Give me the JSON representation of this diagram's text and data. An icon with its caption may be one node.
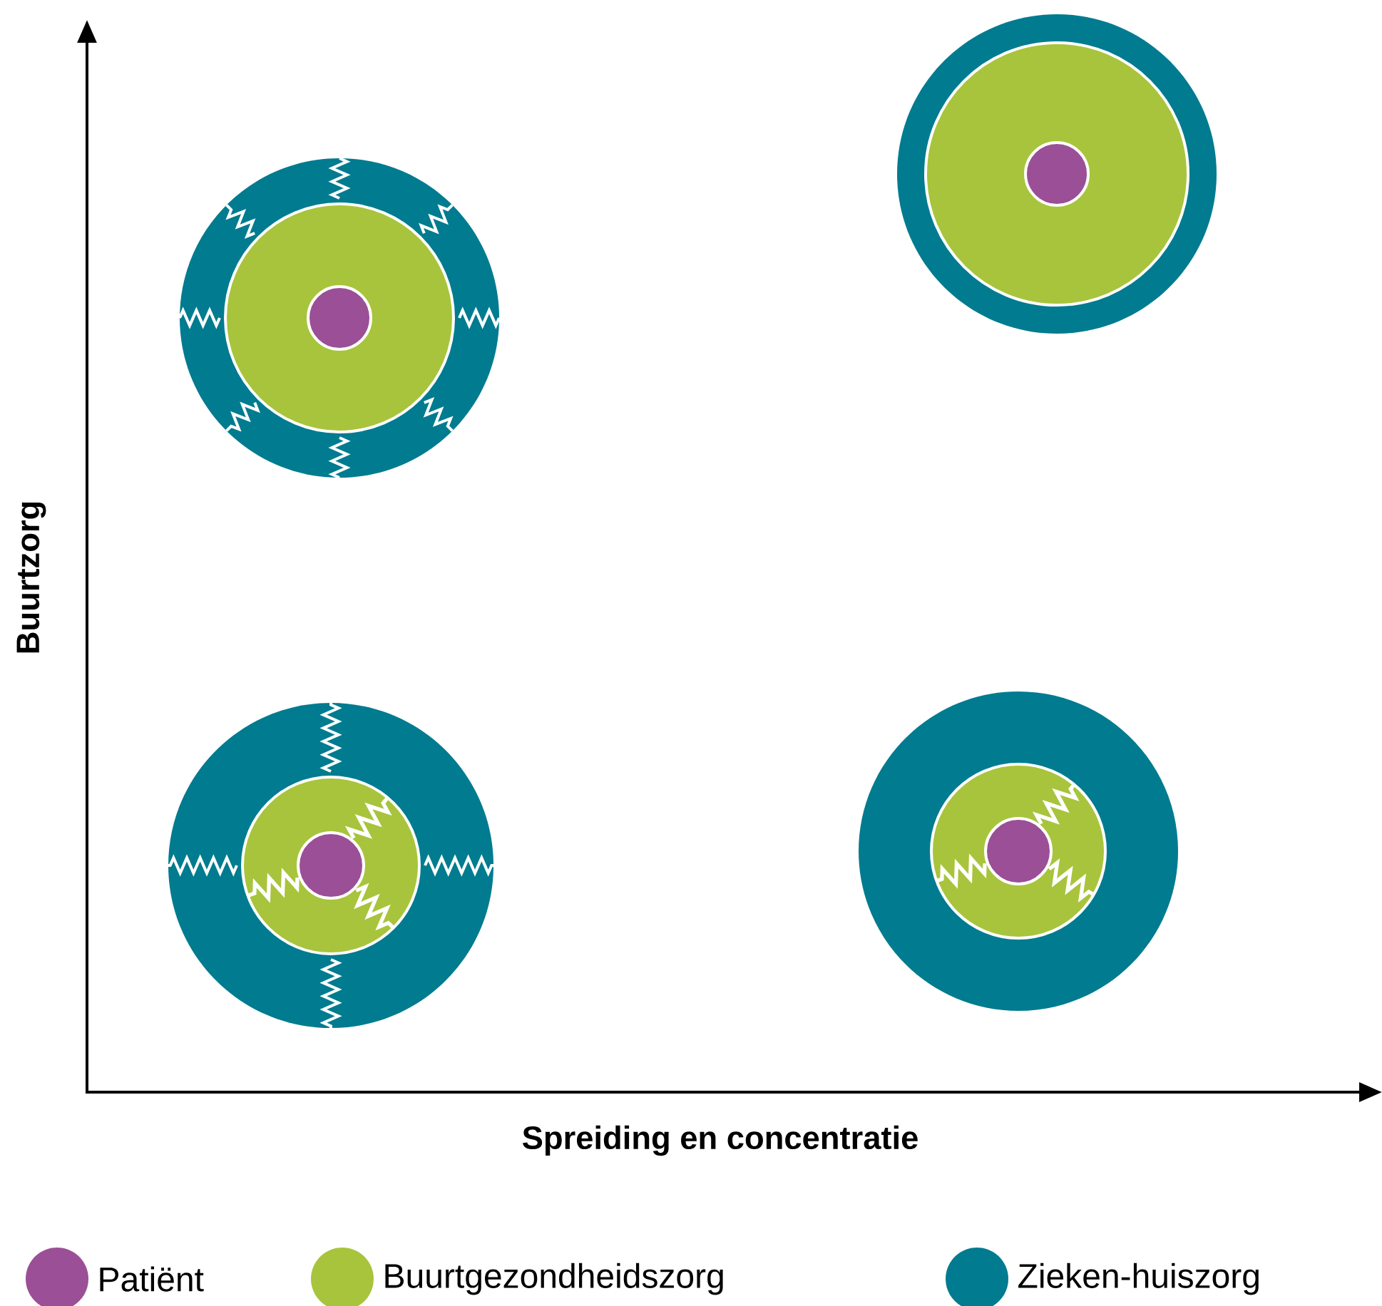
{
  "diagram": {
    "labels": [
      "Buurtzorg",
      "Spreiding en concentratie"
    ],
    "legend": [
      {
        "text": "Patiënt",
        "color": "#9b4f96"
      },
      {
        "text": "Buurtgezondheidszorg",
        "color": "#a8c43c"
      },
      {
        "text": "Zieken-huiszorg",
        "color": "#007b8f"
      }
    ]
  }
}
